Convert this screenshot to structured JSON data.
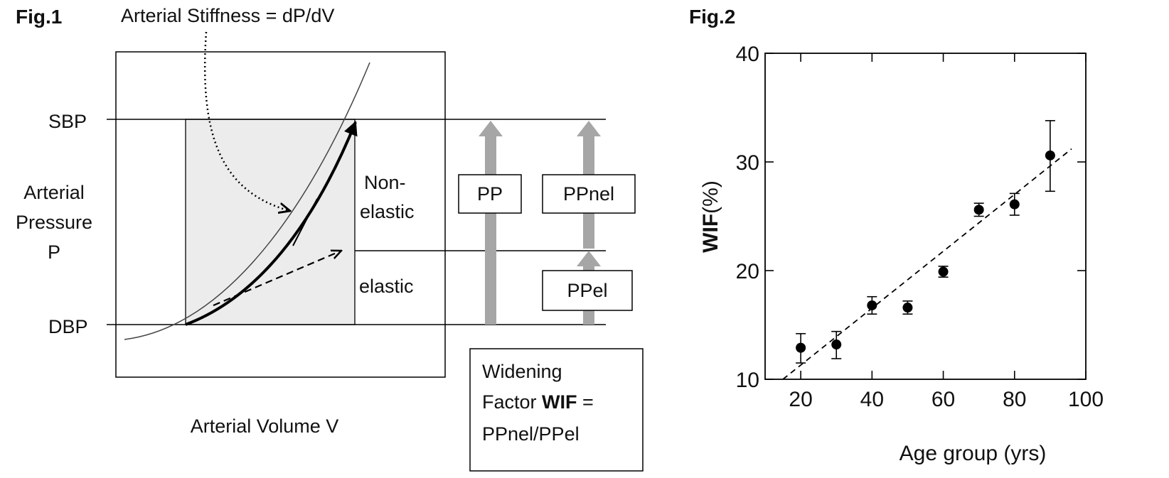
{
  "fig1": {
    "label": "Fig.1",
    "stiffness_text": "Arterial Stiffness = dP/dV",
    "sbp": "SBP",
    "dbp": "DBP",
    "y_label_line1": "Arterial",
    "y_label_line2": "Pressure",
    "y_label_line3": "P",
    "x_label": "Arterial Volume V",
    "nonelastic_line1": "Non-",
    "nonelastic_line2": "elastic",
    "elastic": "elastic",
    "pp": "PP",
    "ppnel": "PPnel",
    "ppel": "PPel",
    "wif_line1": "Widening",
    "wif_line2_pre": "Factor ",
    "wif_line2_bold": "WIF",
    "wif_line2_post": " =",
    "wif_line3": "PPnel/PPel"
  },
  "fig2": {
    "label": "Fig.2"
  },
  "chart_data": {
    "type": "scatter",
    "title": "",
    "xlabel": "Age group (yrs)",
    "ylabel_bold": "WIF",
    "ylabel_rest": "(%)",
    "xlim": [
      10,
      100
    ],
    "ylim": [
      10,
      40
    ],
    "xticks": [
      20,
      40,
      60,
      80,
      100
    ],
    "yticks": [
      10,
      20,
      30,
      40
    ],
    "grid": false,
    "series": [
      {
        "x": [
          20,
          30,
          40,
          50,
          60,
          70,
          80,
          90
        ],
        "y": [
          12.9,
          13.2,
          16.8,
          16.6,
          19.9,
          25.6,
          26.1,
          30.6
        ],
        "err_low": [
          1.4,
          1.3,
          0.8,
          0.6,
          0.5,
          0.6,
          1.0,
          3.3
        ],
        "err_high": [
          1.3,
          1.2,
          0.8,
          0.6,
          0.5,
          0.6,
          1.0,
          3.2
        ]
      }
    ],
    "fit_line": {
      "x": [
        15,
        96
      ],
      "y": [
        10,
        31.2
      ],
      "style": "dashed"
    }
  }
}
